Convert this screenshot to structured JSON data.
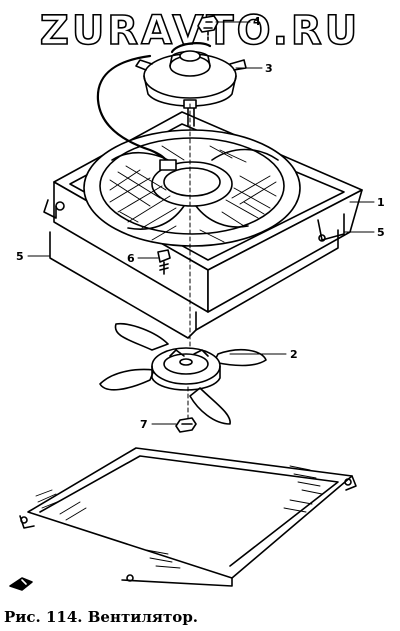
{
  "watermark": "ZURAVTO.RU",
  "caption": "Рис. 114. Вентилятор.",
  "callouts": {
    "n1": "1",
    "n2": "2",
    "n3": "3",
    "n4": "4",
    "n5_right": "5",
    "n5_left": "5",
    "n6": "6",
    "n7": "7"
  }
}
